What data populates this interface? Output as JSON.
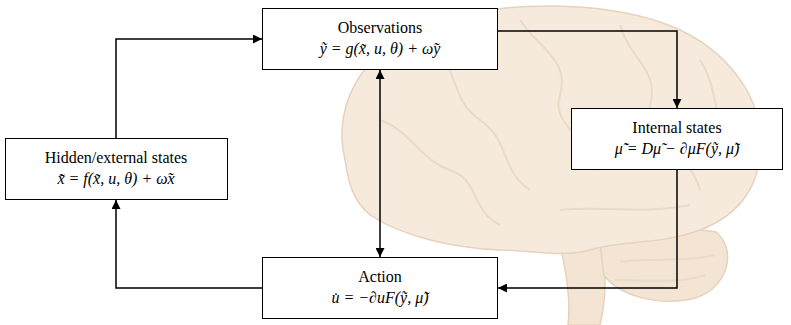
{
  "diagram": {
    "nodes": [
      {
        "text": [
          "Observations",
          "ỹ = g(x̃, u, θ) + ω̃y"
        ]
      },
      {
        "text": [
          "Hidden/external states",
          "x̃̇ = f(x̃, u, θ) + ω̃x"
        ]
      },
      {
        "text": [
          "Internal states",
          "μ̃̇ = Dμ̃ − ∂μF(ỹ, μ̃)"
        ]
      },
      {
        "text": [
          "Action",
          "u̇ = −∂uF(ỹ, μ̃)"
        ]
      }
    ],
    "edges": [
      {
        "from": 1,
        "to": 0,
        "arrow": "to"
      },
      {
        "from": 0,
        "to": 2,
        "arrow": "to"
      },
      {
        "from": 2,
        "to": 3,
        "arrow": "to"
      },
      {
        "from": 3,
        "to": 1,
        "arrow": "to"
      },
      {
        "from": 0,
        "to": 3,
        "arrow": "both"
      }
    ]
  }
}
